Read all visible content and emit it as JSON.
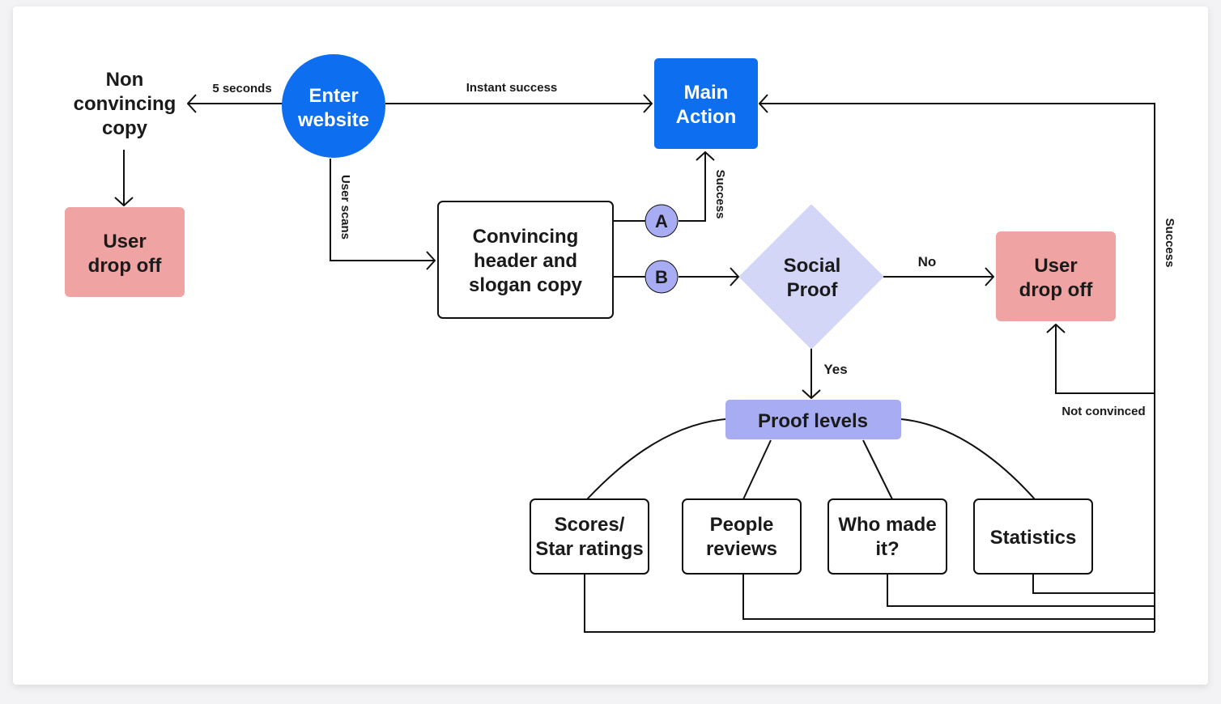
{
  "colors": {
    "blue": "#0d6ef0",
    "pink": "#f0a3a3",
    "lavender_light": "#d4d6f8",
    "lavender": "#a8acf2",
    "line": "#111111",
    "text": "#1a1a1a"
  },
  "nodes": {
    "non_convincing": [
      "Non",
      "convincing",
      "copy"
    ],
    "user_drop_off_left": [
      "User",
      "drop off"
    ],
    "enter_website": [
      "Enter",
      "website"
    ],
    "main_action": [
      "Main",
      "Action"
    ],
    "convincing_header": [
      "Convincing",
      "header and",
      "slogan copy"
    ],
    "marker_a": "A",
    "marker_b": "B",
    "social_proof": [
      "Social",
      "Proof"
    ],
    "user_drop_off_right": [
      "User",
      "drop off"
    ],
    "proof_levels": "Proof levels",
    "scores": [
      "Scores/",
      "Star ratings"
    ],
    "people_reviews": [
      "People",
      "reviews"
    ],
    "who_made_it": [
      "Who made",
      "it?"
    ],
    "statistics": "Statistics"
  },
  "edge_labels": {
    "five_seconds": "5 seconds",
    "instant_success": "Instant success",
    "user_scans": "User scans",
    "success_a": "Success",
    "no": "No",
    "yes": "Yes",
    "not_convinced": "Not convinced",
    "success_right": "Success"
  }
}
